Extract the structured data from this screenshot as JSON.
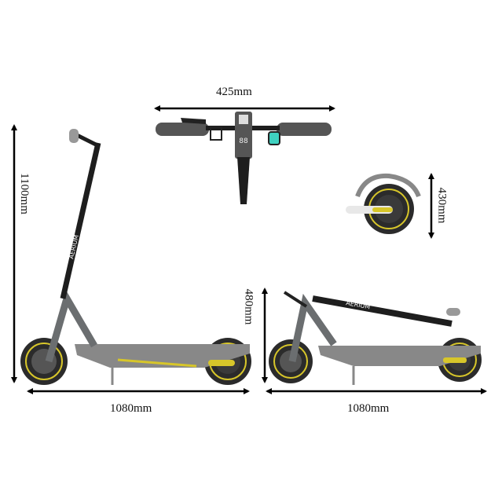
{
  "dimensions": {
    "handlebar_width": "425mm",
    "height": "1100mm",
    "folded_height": "480mm",
    "wheel_diameter": "430mm",
    "length": "1080mm",
    "folded_length": "1080mm"
  },
  "brand": "AERIUM",
  "colors": {
    "frame": "#6b6e70",
    "stem": "#1e1e1e",
    "accent": "#d7c62a",
    "tire": "#2b2b2b",
    "display": "#3fd1c0"
  }
}
